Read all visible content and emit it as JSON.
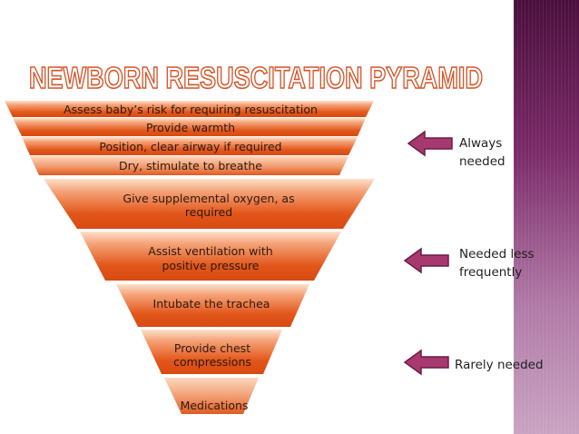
{
  "title": "NEWBORN RESUSCITATION PYRAMID",
  "colors": {
    "band_dark": "#e2561a",
    "band_light": "#f7c7a6",
    "title_fill": "#ffffff",
    "title_stroke": "#d4562a",
    "arrow_fill": "#a8396e",
    "arrow_stroke": "#6a1c47",
    "side_band": "#7a2a68"
  },
  "pyramid": {
    "tier1": {
      "line1": "Assess baby’s risk for requiring resuscitation",
      "line2": "Provide warmth",
      "line3": "Position, clear airway if required",
      "line4": "Dry, stimulate to  breathe"
    },
    "tier2": {
      "line1": "Give supplemental oxygen, as",
      "line2": "required"
    },
    "tier3": {
      "line1": "Assist  ventilation with",
      "line2": "positive pressure"
    },
    "tier4": {
      "line1": "Intubate the trachea"
    },
    "tier5": {
      "line1": "Provide chest",
      "line2": "compressions"
    },
    "tier6": {
      "line1": "Medications"
    }
  },
  "labels": {
    "always_1": "Always",
    "always_2": "needed",
    "less_1": "Needed less",
    "less_2": "frequently",
    "rarely": "Rarely needed"
  },
  "icons": {
    "arrow": "left-arrow-icon"
  }
}
